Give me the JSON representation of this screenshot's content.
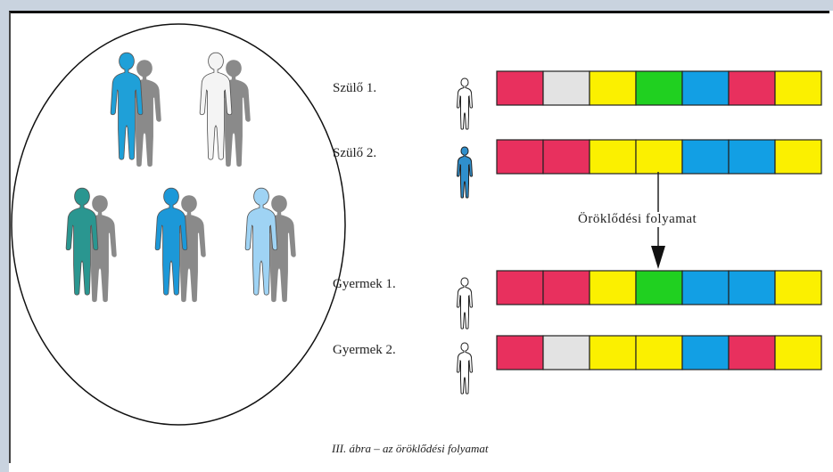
{
  "labels": {
    "parent1": "Szülő 1.",
    "parent2": "Szülő 2.",
    "child1": "Gyermek 1.",
    "child2": "Gyermek 2.",
    "process": "Öröklődési folyamat",
    "caption": "III. ábra – az öröklődési folyamat"
  },
  "colors": {
    "red": "#e8305e",
    "lightgray": "#e3e3e3",
    "yellow": "#fbf000",
    "green": "#20d020",
    "blue": "#129fe4"
  },
  "chromosomes": {
    "parent1": [
      "red",
      "lightgray",
      "yellow",
      "green",
      "blue",
      "red",
      "yellow"
    ],
    "parent2": [
      "red",
      "red",
      "yellow",
      "yellow",
      "blue",
      "blue",
      "yellow"
    ],
    "child1": [
      "red",
      "red",
      "yellow",
      "green",
      "blue",
      "blue",
      "yellow"
    ],
    "child2": [
      "red",
      "lightgray",
      "yellow",
      "yellow",
      "blue",
      "red",
      "yellow"
    ]
  },
  "population": [
    {
      "name": "person-blue",
      "color": "#1fa0d8"
    },
    {
      "name": "person-white",
      "color": "#f4f4f4"
    },
    {
      "name": "person-teal",
      "color": "#2a9690"
    },
    {
      "name": "person-blue-2",
      "color": "#1c98d8"
    },
    {
      "name": "person-light-blue",
      "color": "#9fd3f4"
    }
  ],
  "small_figures": {
    "parent1": "#ffffff",
    "parent2": "#2f8fcc",
    "child1": "#ffffff",
    "child2": "#ffffff"
  }
}
